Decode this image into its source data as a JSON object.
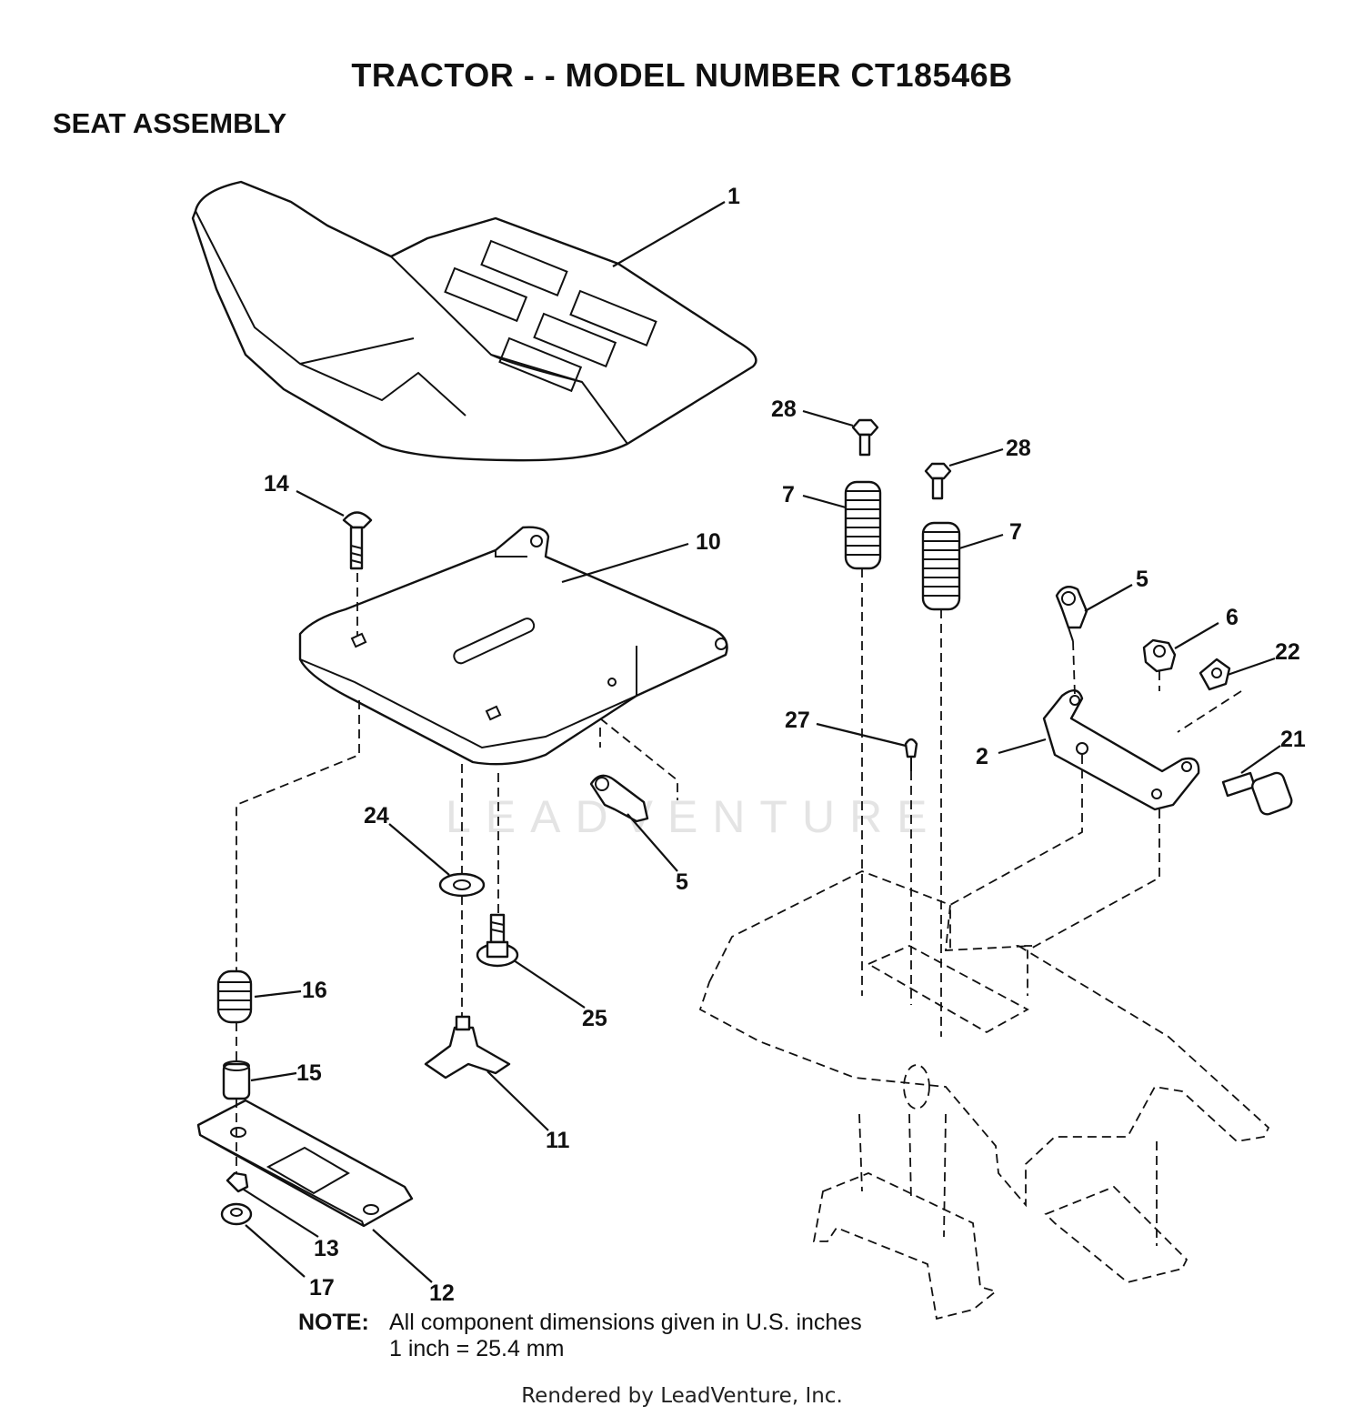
{
  "header": {
    "title": "TRACTOR - - MODEL NUMBER CT18546B",
    "section": "SEAT ASSEMBLY"
  },
  "callouts": [
    {
      "id": "c1",
      "label": "1"
    },
    {
      "id": "c14",
      "label": "14"
    },
    {
      "id": "c10",
      "label": "10"
    },
    {
      "id": "c28a",
      "label": "28"
    },
    {
      "id": "c28b",
      "label": "28"
    },
    {
      "id": "c7a",
      "label": "7"
    },
    {
      "id": "c7b",
      "label": "7"
    },
    {
      "id": "c5a",
      "label": "5"
    },
    {
      "id": "c6",
      "label": "6"
    },
    {
      "id": "c22",
      "label": "22"
    },
    {
      "id": "c27",
      "label": "27"
    },
    {
      "id": "c2",
      "label": "2"
    },
    {
      "id": "c21",
      "label": "21"
    },
    {
      "id": "c24",
      "label": "24"
    },
    {
      "id": "c5b",
      "label": "5"
    },
    {
      "id": "c16",
      "label": "16"
    },
    {
      "id": "c25",
      "label": "25"
    },
    {
      "id": "c15",
      "label": "15"
    },
    {
      "id": "c11",
      "label": "11"
    },
    {
      "id": "c13",
      "label": "13"
    },
    {
      "id": "c17",
      "label": "17"
    },
    {
      "id": "c12",
      "label": "12"
    }
  ],
  "watermark": "LEADVENTURE",
  "note": {
    "label": "NOTE:",
    "line1": "All component dimensions given in U.S. inches",
    "line2": "1 inch = 25.4 mm"
  },
  "footer": "Rendered by LeadVenture, Inc."
}
